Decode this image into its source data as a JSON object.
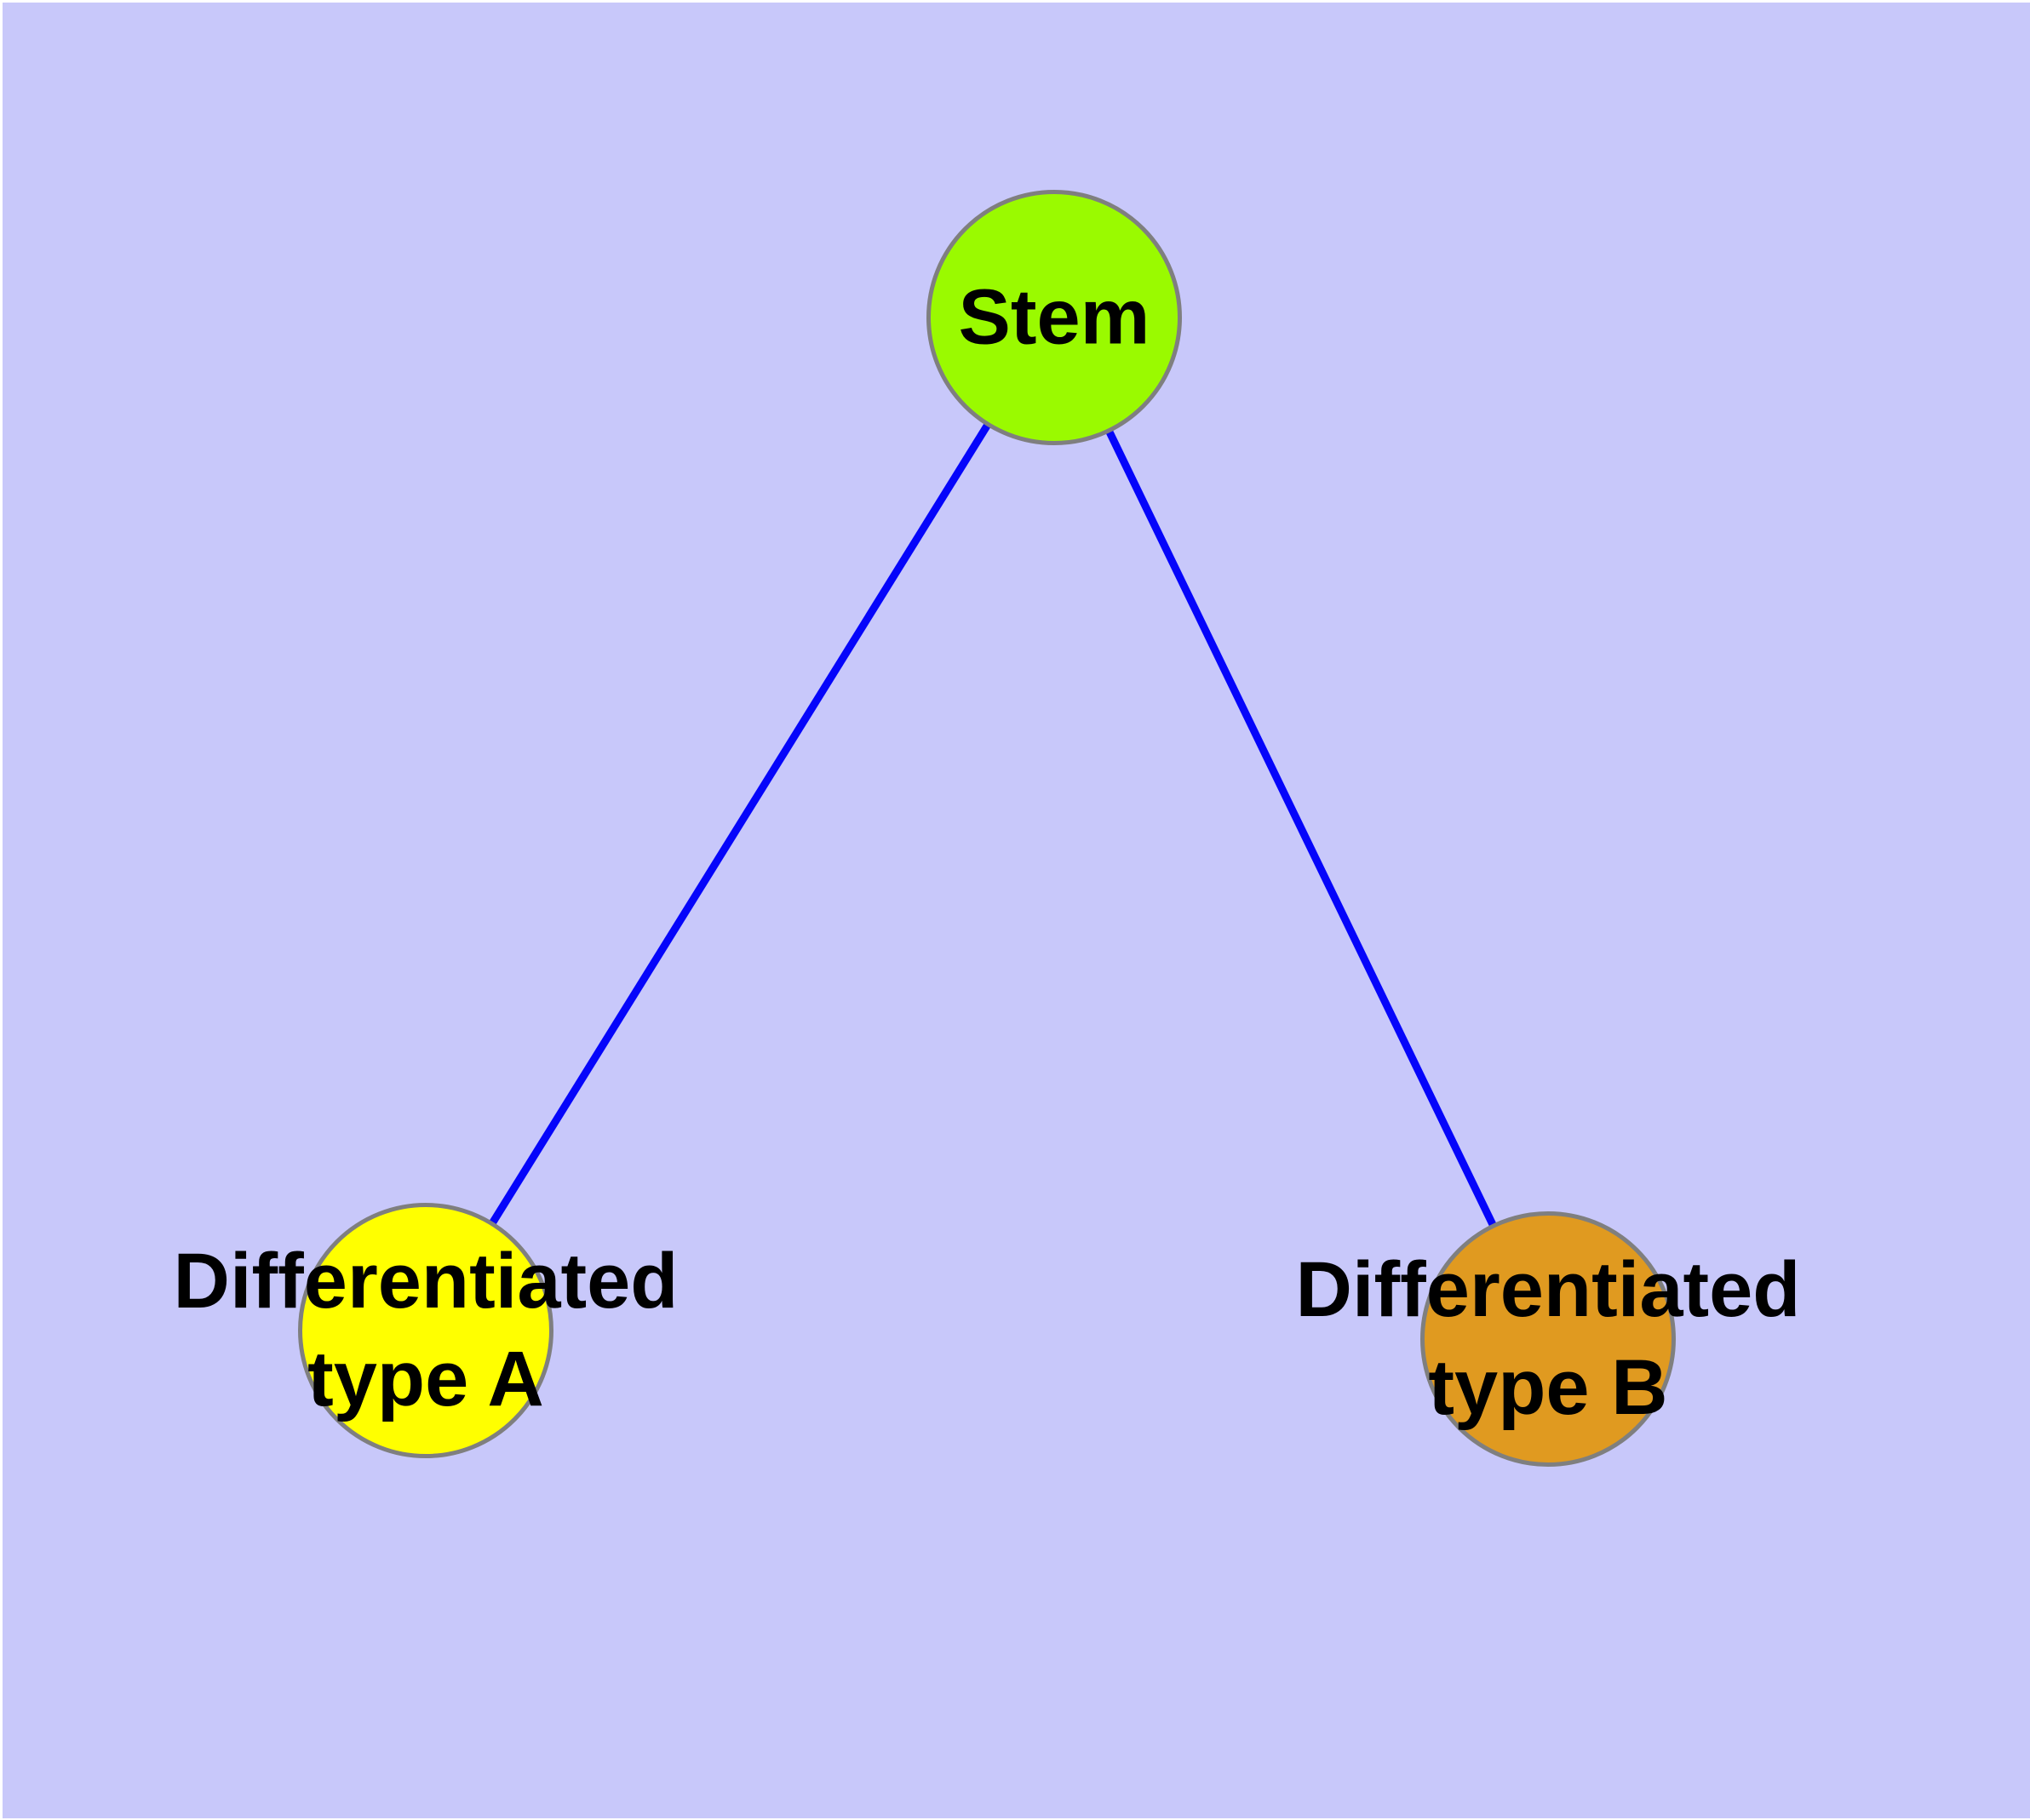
{
  "diagram": {
    "type": "graph",
    "background_color": "#c8c8fa",
    "frame_color": "#ffffff",
    "edge_color": "#0505fa",
    "edge_width": 9,
    "node_border_color": "#7f7f7f",
    "text_color": "#000000",
    "nodes": [
      {
        "id": "stem",
        "label": "Stem",
        "fill": "#9afa00"
      },
      {
        "id": "differentiated-type-a",
        "label": "Differentiated\ntype A",
        "fill": "#ffff00"
      },
      {
        "id": "differentiated-type-b",
        "label": "Differentiated\ntype B",
        "fill": "#e09a20"
      }
    ],
    "edges": [
      {
        "from": "Stem",
        "to": "Differentiated type A"
      },
      {
        "from": "Stem",
        "to": "Differentiated type B"
      }
    ]
  }
}
